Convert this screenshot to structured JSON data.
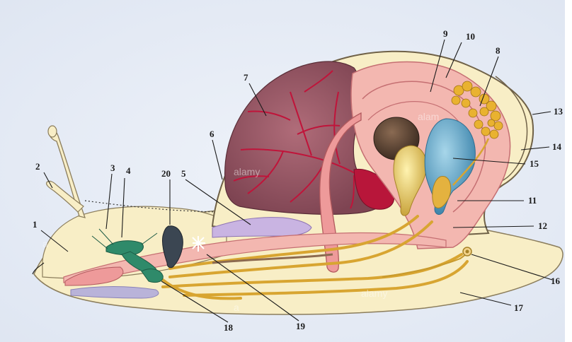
{
  "diagram": {
    "labels": [
      {
        "id": "1",
        "text": "1"
      },
      {
        "id": "2",
        "text": "2"
      },
      {
        "id": "3",
        "text": "3"
      },
      {
        "id": "4",
        "text": "4"
      },
      {
        "id": "5",
        "text": "5"
      },
      {
        "id": "6",
        "text": "6"
      },
      {
        "id": "7",
        "text": "7"
      },
      {
        "id": "8",
        "text": "8"
      },
      {
        "id": "9",
        "text": "9"
      },
      {
        "id": "10",
        "text": "10"
      },
      {
        "id": "11",
        "text": "11"
      },
      {
        "id": "12",
        "text": "12"
      },
      {
        "id": "13",
        "text": "13"
      },
      {
        "id": "14",
        "text": "14"
      },
      {
        "id": "15",
        "text": "15"
      },
      {
        "id": "16",
        "text": "16"
      },
      {
        "id": "17",
        "text": "17"
      },
      {
        "id": "18",
        "text": "18"
      },
      {
        "id": "19",
        "text": "19"
      },
      {
        "id": "20",
        "text": "20"
      }
    ],
    "colors": {
      "background": "#e6ecf6",
      "body": "#f8eec6",
      "mantle": "#f3b7b0",
      "lung": "#9a5865",
      "nerve": "#d8a531",
      "ganglion": "#2f8a6a",
      "bladder": "#6fb0d1",
      "albumen": "#e4cf6a",
      "liver": "#5d4637"
    }
  }
}
